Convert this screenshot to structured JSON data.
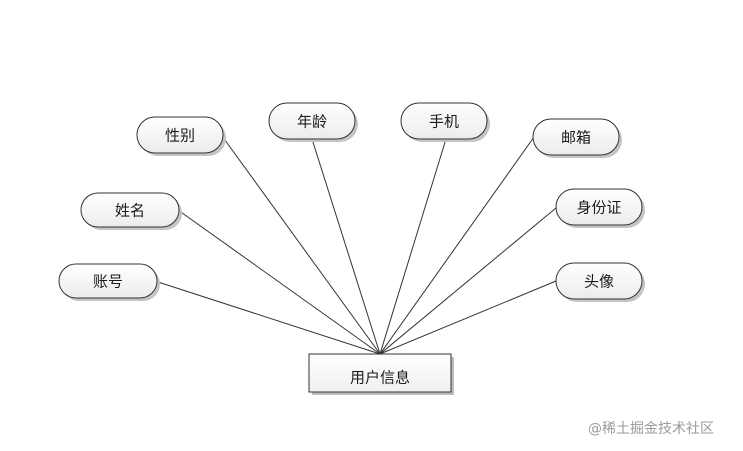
{
  "diagram": {
    "entity": {
      "label": "用户信息"
    },
    "attributes": [
      {
        "id": "account",
        "label": "账号"
      },
      {
        "id": "name",
        "label": "姓名"
      },
      {
        "id": "gender",
        "label": "性别"
      },
      {
        "id": "age",
        "label": "年龄"
      },
      {
        "id": "phone",
        "label": "手机"
      },
      {
        "id": "email",
        "label": "邮箱"
      },
      {
        "id": "idcard",
        "label": "身份证"
      },
      {
        "id": "avatar",
        "label": "头像"
      }
    ]
  },
  "watermark": "@稀土掘金技术社区"
}
